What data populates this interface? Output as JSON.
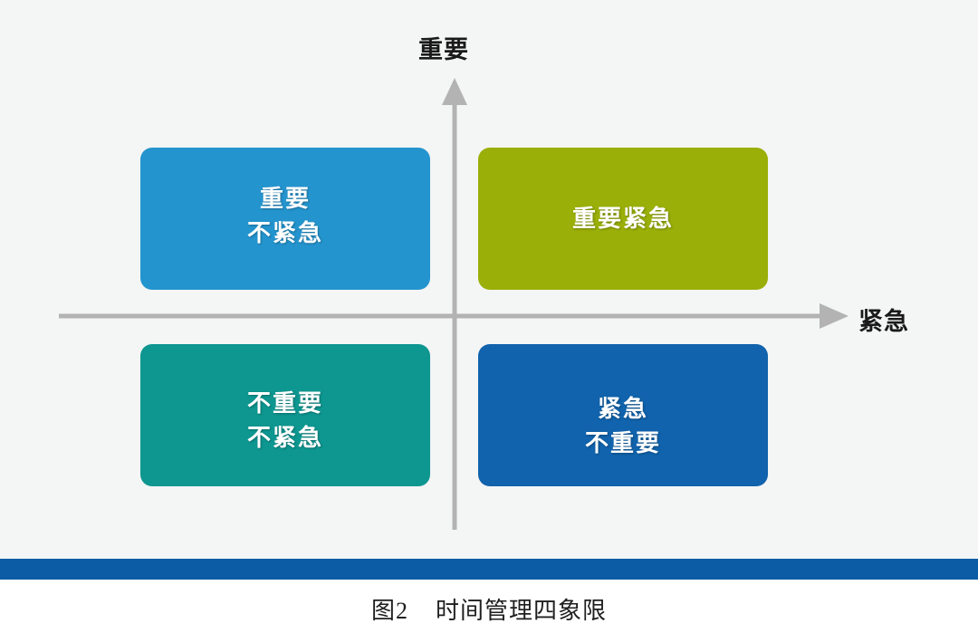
{
  "figure": {
    "caption": "图2    时间管理四象限",
    "background_color": "#f4f5f5",
    "rule_color": "#0b5ca5"
  },
  "axes": {
    "y_label": "重要",
    "x_label": "紧急",
    "axis_color": "#b3b3b3"
  },
  "quadrants": [
    {
      "id": "important-not-urgent",
      "position": "top-left",
      "lines": [
        "重要",
        "不紧急"
      ],
      "color": "#2494ce",
      "shadow_color": "#1b6e9c"
    },
    {
      "id": "important-urgent",
      "position": "top-right",
      "lines": [
        "重要紧急"
      ],
      "color": "#9aaf07",
      "shadow_color": "#748405"
    },
    {
      "id": "not-important-not-urgent",
      "position": "bottom-left",
      "lines": [
        "不重要",
        "不紧急"
      ],
      "color": "#0e9690",
      "shadow_color": "#0a706c"
    },
    {
      "id": "urgent-not-important",
      "position": "bottom-right",
      "lines": [
        "紧急",
        "不重要"
      ],
      "color": "#1063ac",
      "shadow_color": "#0c4a81"
    }
  ]
}
